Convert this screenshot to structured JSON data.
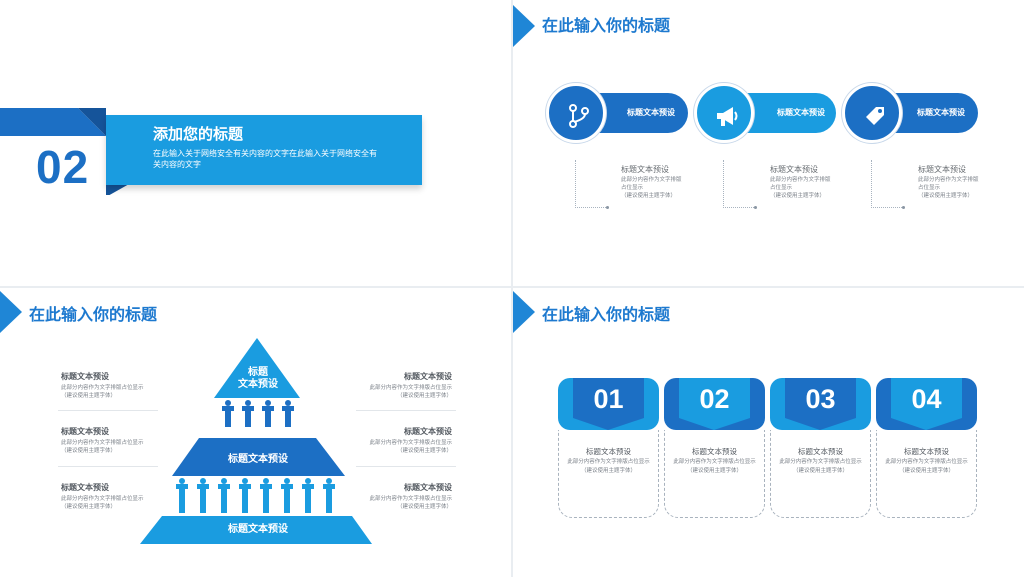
{
  "slide1": {
    "number": "02",
    "title": "添加您的标题",
    "text": "在此输入关于网络安全有关内容的文字在此输入关于网络安全有关内容的文字"
  },
  "slide2": {
    "title": "在此输入你的标题",
    "items": [
      {
        "label": "标题文本预设",
        "icon": "branch-icon",
        "head": "标题文本预设",
        "body1": "此部分内容作为文字排版",
        "body2": "占位显示",
        "body3": "（建议使用主题字体）"
      },
      {
        "label": "标题文本预设",
        "icon": "megaphone-icon",
        "head": "标题文本预设",
        "body1": "此部分内容作为文字排版",
        "body2": "占位显示",
        "body3": "（建议使用主题字体）"
      },
      {
        "label": "标题文本预设",
        "icon": "tag-icon",
        "head": "标题文本预设",
        "body1": "此部分内容作为文字排版",
        "body2": "占位显示",
        "body3": "（建议使用主题字体）"
      }
    ]
  },
  "slide3": {
    "title": "在此输入你的标题",
    "pyramid": {
      "top_line1": "标题",
      "top_line2": "文本预设",
      "middle": "标题文本预设",
      "bottom": "标题文本预设"
    },
    "left": [
      {
        "head": "标题文本预设",
        "body1": "此部分内容作为文字排版占位显示",
        "body2": "（建议使用主题字体）"
      },
      {
        "head": "标题文本预设",
        "body1": "此部分内容作为文字排版占位显示",
        "body2": "（建议使用主题字体）"
      },
      {
        "head": "标题文本预设",
        "body1": "此部分内容作为文字排版占位显示",
        "body2": "（建议使用主题字体）"
      }
    ],
    "right": [
      {
        "head": "标题文本预设",
        "body1": "此部分内容作为文字排版占位显示",
        "body2": "（建议使用主题字体）"
      },
      {
        "head": "标题文本预设",
        "body1": "此部分内容作为文字排版占位显示",
        "body2": "（建议使用主题字体）"
      },
      {
        "head": "标题文本预设",
        "body1": "此部分内容作为文字排版占位显示",
        "body2": "（建议使用主题字体）"
      }
    ]
  },
  "slide4": {
    "title": "在此输入你的标题",
    "cards": [
      {
        "number": "01",
        "head": "标题文本预设",
        "body1": "此部分内容作为文字排版占位显示",
        "body2": "（建议使用主题字体）"
      },
      {
        "number": "02",
        "head": "标题文本预设",
        "body1": "此部分内容作为文字排版占位显示",
        "body2": "（建议使用主题字体）"
      },
      {
        "number": "03",
        "head": "标题文本预设",
        "body1": "此部分内容作为文字排版占位显示",
        "body2": "（建议使用主题字体）"
      },
      {
        "number": "04",
        "head": "标题文本预设",
        "body1": "此部分内容作为文字排版占位显示",
        "body2": "（建议使用主题字体）"
      }
    ]
  },
  "colors": {
    "dark_blue": "#1c6fc4",
    "light_blue": "#1a9ce0",
    "title_blue": "#1d79cf"
  }
}
